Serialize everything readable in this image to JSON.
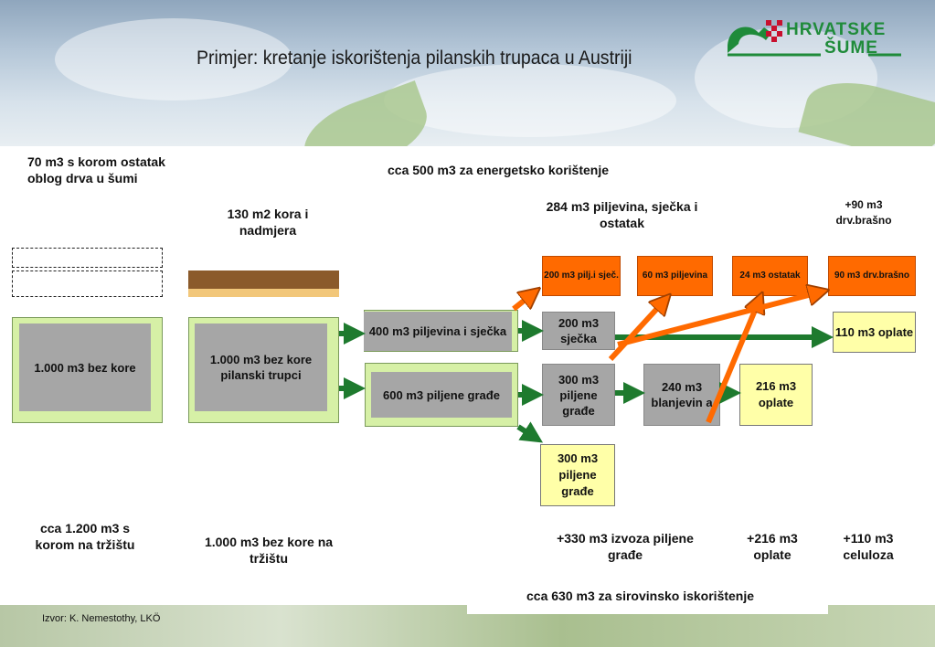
{
  "title": "Primjer: kretanje iskorištenja pilanskih trupaca u Austriji",
  "logo": {
    "line1": "HRVATSKE",
    "line2": "ŠUME",
    "color": "#1f8b3a"
  },
  "top_labels": {
    "forest_residue": "70 m3 s korom ostatak oblog drva u šumi",
    "energy_use": "cca 500 m3 za energetsko korištenje",
    "bark": "130 m2 kora i nadmjera",
    "sawdust_total": "284 m3 piljevina, sječka i ostatak",
    "wood_flour_total": "+90 m3 drv.brašno"
  },
  "boxes": {
    "logs_no_bark": "1.000 m3 bez kore",
    "saw_logs": "1.000 m3 bez kore pilanski trupci",
    "sawdust_chips_400": "400 m3 piljevina i sječka",
    "sawn_timber_600": "600 m3 piljene građe",
    "chips_200": "200 m3 sječka",
    "sawn_300_a": "300 m3 piljene građe",
    "planing_240": "240 m3 blanjevin a",
    "pellets_216": "216 m3 oplate",
    "pellets_110": "110 m3 oplate",
    "sawn_300_b": "300 m3 piljene građe"
  },
  "orange_boxes": [
    "200 m3 pilj.i sječ.",
    "60 m3 piljevina",
    "24 m3 ostatak",
    "90 m3 drv.brašno"
  ],
  "bottom_labels": {
    "market_bark": "cca 1.200 m3 s korom na tržištu",
    "market_nobark": "1.000 m3 bez kore na tržištu",
    "export": "+330 m3 izvoza piljene građe",
    "pellets_plus": "+216 m3 oplate",
    "cellulose": "+110 m3 celuloza",
    "raw_use": "cca 630 m3 za sirovinsko iskorištenje"
  },
  "source": "Izvor: K. Nemestothy, LKÖ",
  "colors": {
    "green_box": "#d6f0a6",
    "grey_box": "#a6a6a6",
    "yellow_box": "#ffffa8",
    "orange_box": "#ff6a00",
    "green_arrow": "#1e7a2e",
    "bark_brown": "#8b5a2b",
    "bark_tan": "#f2c77a"
  }
}
